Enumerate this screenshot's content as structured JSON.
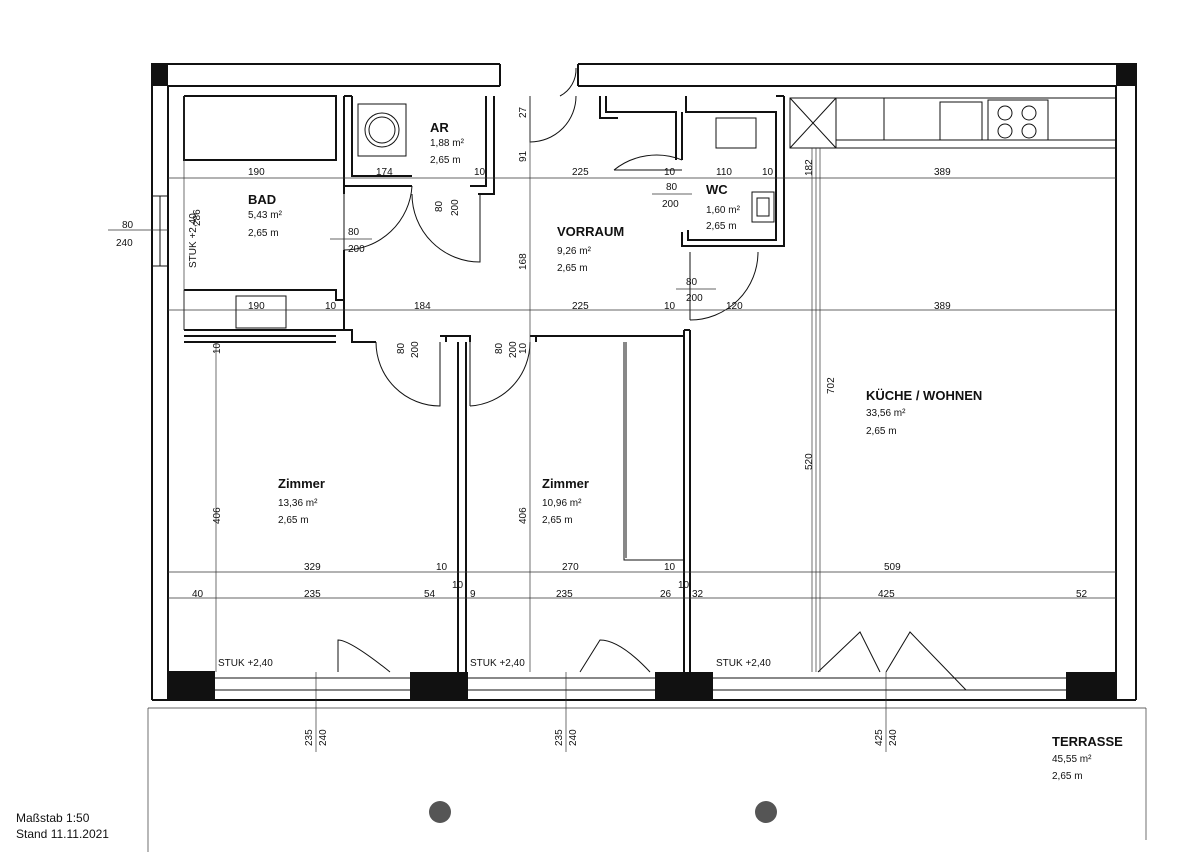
{
  "rooms": {
    "bad": {
      "name": "BAD",
      "area": "5,43 m²",
      "height": "2,65 m"
    },
    "ar": {
      "name": "AR",
      "area": "1,88 m²",
      "height": "2,65 m"
    },
    "vorraum": {
      "name": "VORRAUM",
      "area": "9,26 m²",
      "height": "2,65 m"
    },
    "wc": {
      "name": "WC",
      "area": "1,60 m²",
      "height": "2,65 m"
    },
    "kueche": {
      "name": "KÜCHE / WOHNEN",
      "area": "33,56 m²",
      "height": "2,65 m"
    },
    "zimmer1": {
      "name": "Zimmer",
      "area": "13,36 m²",
      "height": "2,65 m"
    },
    "zimmer2": {
      "name": "Zimmer",
      "area": "10,96 m²",
      "height": "2,65 m"
    },
    "terrasse": {
      "name": "TERRASSE",
      "area": "45,55 m²",
      "height": "2,65 m"
    }
  },
  "doors": {
    "bad_door": {
      "w": "80",
      "h": "200"
    },
    "ar_door": {
      "w": "80",
      "h": "200"
    },
    "wc_door": {
      "w": "80",
      "h": "200"
    },
    "vorraum_door": {
      "w": "80",
      "h": "200"
    },
    "zimmer1_door": {
      "w": "80",
      "h": "200"
    },
    "zimmer2_door": {
      "w": "80",
      "h": "200"
    },
    "entry_window": {
      "w": "80",
      "h": "240"
    }
  },
  "dims": {
    "row1": [
      "190",
      "174",
      "10",
      "225",
      "10",
      "110",
      "10",
      "389"
    ],
    "row2": [
      "190",
      "10",
      "184",
      "225",
      "10",
      "120",
      "389"
    ],
    "row3": [
      "329",
      "10",
      "270",
      "10",
      "509"
    ],
    "row4": [
      "40",
      "235",
      "54",
      "9",
      "235",
      "26",
      "32",
      "425",
      "52"
    ],
    "mid10": [
      "10",
      "10"
    ],
    "vert": {
      "v286": "286",
      "v27": "27",
      "v91": "91",
      "v168": "168",
      "v182": "182",
      "v702": "702",
      "v520": "520",
      "v406a": "406",
      "v406b": "406",
      "v10a": "10",
      "v10b": "10"
    },
    "bottom_windows": [
      {
        "w": "235",
        "h": "240"
      },
      {
        "w": "235",
        "h": "240"
      },
      {
        "w": "425",
        "h": "240"
      }
    ]
  },
  "stuk": [
    "STUK +2,40",
    "STUK +2,40",
    "STUK +2,40",
    "STUK +2,40"
  ],
  "footer": {
    "scale": "Maßstab 1:50",
    "date": "Stand 11.11.2021"
  }
}
